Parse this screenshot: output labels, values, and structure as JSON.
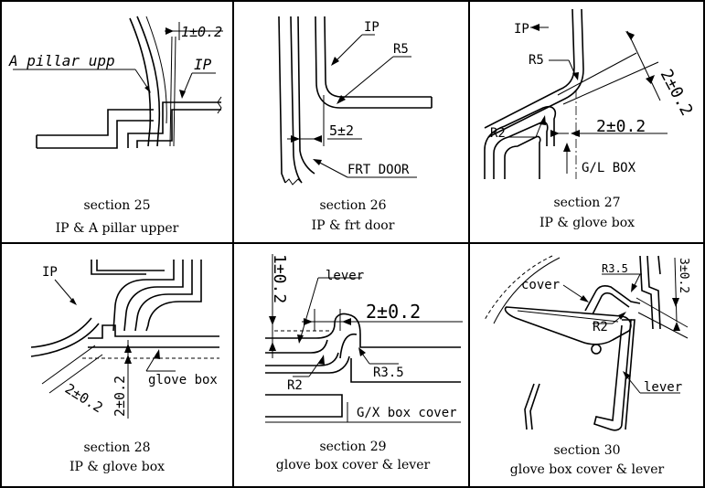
{
  "panels": [
    {
      "caption": "section 25",
      "subtitle": "IP & A pillar upper",
      "labels": {
        "pillar": "A pillar upp",
        "ip": "IP",
        "tolerance": "1±0.2"
      }
    },
    {
      "caption": "section 26",
      "subtitle": "IP & frt door",
      "labels": {
        "ip": "IP",
        "radius": "R5",
        "gap": "5±2",
        "door": "FRT DOOR"
      }
    },
    {
      "caption": "section 27",
      "subtitle": "IP & glove box",
      "labels": {
        "ip": "IP",
        "radius_top": "R5",
        "radius_bottom": "R2",
        "tolerance_a": "2±0.2",
        "tolerance_b": "2±0.2",
        "box": "G/L BOX"
      }
    },
    {
      "caption": "section 28",
      "subtitle": "IP & glove box",
      "labels": {
        "ip": "IP",
        "glove_box": "glove box",
        "tolerance_a": "2±0.2",
        "tolerance_b": "2±0.2"
      }
    },
    {
      "caption": "section 29",
      "subtitle": "glove box cover & lever",
      "labels": {
        "lever": "lever",
        "tolerance_v": "1±0.2",
        "tolerance_h": "2±0.2",
        "radius_small": "R2",
        "radius_large": "R3.5",
        "cover": "G/X box cover"
      }
    },
    {
      "caption": "section 30",
      "subtitle": "glove box cover & lever",
      "labels": {
        "cover": "cover",
        "radius_large": "R3.5",
        "tolerance": "3±0.2",
        "radius_small": "R2",
        "lever": "lever"
      }
    }
  ]
}
